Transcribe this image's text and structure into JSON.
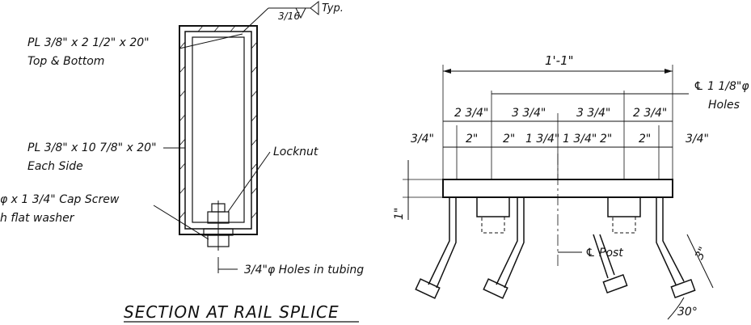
{
  "section": {
    "title": "SECTION AT RAIL SPLICE",
    "weld": {
      "size": "3/16",
      "note": "Typ."
    },
    "plate_top_bottom": {
      "line1": "PL 3/8\" x 2 1/2\" x 20\"",
      "line2": "Top & Bottom"
    },
    "plate_side": {
      "line1": "PL 3/8\" x 10 7/8\" x 20\"",
      "line2": "Each Side"
    },
    "cap_screw": {
      "line1": "φ x 1 3/4\" Cap Screw",
      "line2": "h flat washer"
    },
    "locknut": "Locknut",
    "holes_in_tubing": "3/4\"φ Holes in tubing"
  },
  "elevation": {
    "overall": "1'-1\"",
    "holes_note": {
      "line1": "℄ 1 1/8\"φ",
      "line2": "Holes"
    },
    "row1": [
      "2 3/4\"",
      "3 3/4\"",
      "3 3/4\"",
      "2 3/4\""
    ],
    "row2": [
      "2\"",
      "2\"",
      "1 3/4\"",
      "1 3/4\"",
      "2\"",
      "2\""
    ],
    "end_left": "3/4\"",
    "end_right": "3/4\"",
    "thickness": "1\"",
    "post": "℄ Post",
    "leg_len": "3\"",
    "angle": "30°"
  }
}
